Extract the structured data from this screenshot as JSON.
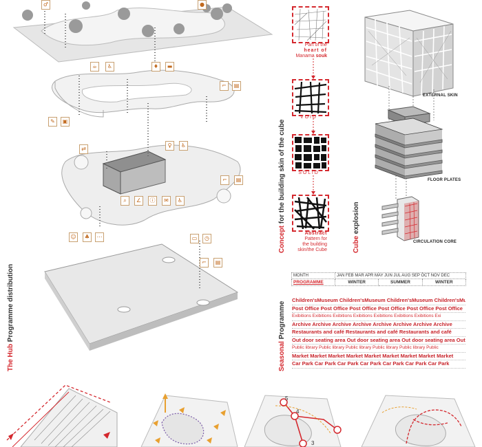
{
  "hub": {
    "title_a": "The Hub",
    "title_b": "Programme distribution"
  },
  "concept": {
    "heading_a": "Concept",
    "heading_b": "for the building skin of the cube",
    "caption1": [
      "Part of the",
      "heart of",
      "Manama",
      "souk"
    ],
    "void_label": "V O I D",
    "solid_label": "S O L I D",
    "caption4": [
      "Abstract",
      "Pattern for",
      "the building",
      "skin/the Cube"
    ]
  },
  "cube": {
    "heading_a": "Cube",
    "heading_b": "explosion",
    "external_skin": "EXTERNAL SKIN",
    "floor_plates": "FLOOR PLATES",
    "circulation": "CIRCULATION CORE"
  },
  "seasonal": {
    "heading_a": "Seasonal",
    "heading_b": "Programme",
    "month_label": "MONTH",
    "months": "JAN FEB MAR APR MAY JUN JUL AUG SEP OCT NOV DEC",
    "programme_label": "PROGRAMME",
    "seasons": [
      "WINTER",
      "SUMMER",
      "WINTER"
    ],
    "rows": [
      {
        "text": "Children'sMuseum Children'sMuseum Children'sMuseum Children'sMuseum",
        "style": "bold"
      },
      {
        "text": "Post Office Post Office Post Office Post Office Post Office Post Office",
        "style": "bold"
      },
      {
        "text": "Exibitions Exibitions Exibitions Exibitions Exibitions Exibitions Exibitions Exi",
        "style": "light"
      },
      {
        "text": "Archive Archive Archive Archive Archive Archive Archive Archive",
        "style": "bold"
      },
      {
        "text": "Restaurants and café Restaurants and café Restaurants and café",
        "style": "bold"
      },
      {
        "text": "Out door seating area Out door seating area Out door seating area Out door",
        "style": "bold"
      },
      {
        "text": "Public library Public library Public library Public library Public library Public",
        "style": "light"
      },
      {
        "text": "Market Market Market Market Market Market Market Market Market",
        "style": "bold"
      },
      {
        "text": "Car Park Car Park Car Park Car Park Car Park Car Park Car Park",
        "style": "bold"
      }
    ]
  },
  "diagram_marks": {
    "numbers": [
      "5",
      "4",
      "3"
    ]
  },
  "colors": {
    "accent": "#d4282e",
    "grey": "#cfcfcf",
    "dark": "#222222",
    "orange": "#e8a030"
  }
}
